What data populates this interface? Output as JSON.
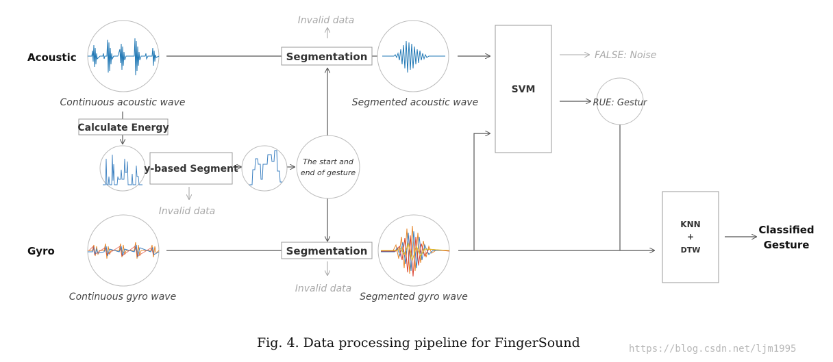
{
  "labels": {
    "acoustic": "Acoustic",
    "gyro": "Gyro",
    "continuous_acoustic": "Continuous acoustic wave",
    "continuous_gyro": "Continuous gyro wave",
    "calculate_energy": "Calculate Energy",
    "energy_segment": "y-based Segment",
    "start_end_1": "The start and",
    "start_end_2": "end of gesture",
    "segmentation_top": "Segmentation",
    "segmentation_bottom": "Segmentation",
    "invalid_top": "Invalid data",
    "invalid_mid": "Invalid data",
    "invalid_bottom": "Invalid data",
    "segmented_acoustic": "Segmented acoustic wave",
    "segmented_gyro": "Segmented gyro wave",
    "svm": "SVM",
    "false_noise": "FALSE: Noise",
    "true_gesture": "RUE: Gestur",
    "knn": "KNN",
    "plus": "+",
    "dtw": "DTW",
    "classified_1": "Classified",
    "classified_2": "Gesture"
  },
  "caption": "Fig. 4.  Data processing pipeline for FingerSound",
  "watermark": "https://blog.csdn.net/ljm1995",
  "colors": {
    "acoustic_wave": "#1f77b4",
    "gyro_orange": "#e8872a",
    "gyro_blue": "#3a7fc0",
    "gyro_red": "#d94030",
    "gyro_yellow": "#e0c020",
    "line": "#555555",
    "box_border": "#999999",
    "invalid_text": "#a9a9a9"
  }
}
